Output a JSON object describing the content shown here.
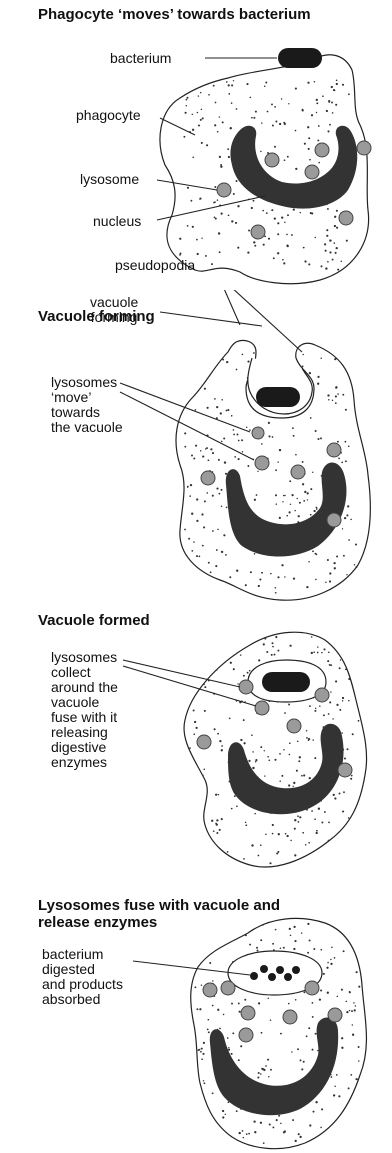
{
  "panels": [
    {
      "title": "Phagocyte ‘moves’ towards bacterium",
      "labels": [
        "bacterium",
        "phagocyte",
        "lysosome",
        "nucleus"
      ]
    },
    {
      "title": "Vacuole forming",
      "labels": [
        "pseudopodia",
        "vacuole\nforming",
        "lysosomes\n‘move’\ntowards\nthe vacuole"
      ]
    },
    {
      "title": "Vacuole formed",
      "labels": [
        "lysosomes\ncollect\naround the\nvacuole\nfuse with it\nreleasing\ndigestive\nenzymes"
      ]
    },
    {
      "title": "Lysosomes fuse with vacuole and\nrelease enzymes",
      "labels": [
        "bacterium\ndigested\nand products\nabsorbed"
      ]
    }
  ],
  "colors": {
    "outline": "#222222",
    "nucleus": "#333333",
    "lysosome": "#9a9a9a",
    "bacterium": "#1a1a1a"
  }
}
